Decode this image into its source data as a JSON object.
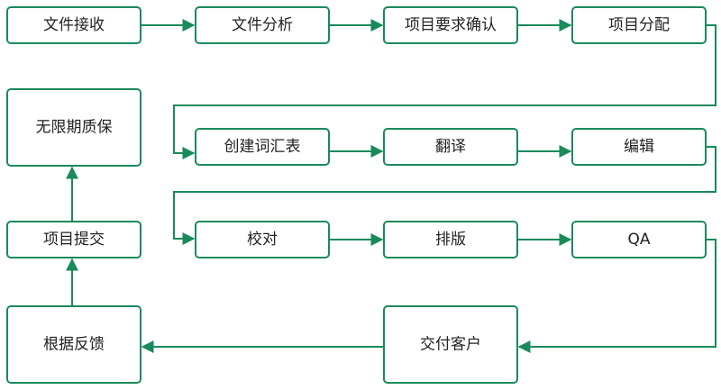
{
  "theme": {
    "stroke_color": "#1a8a5a",
    "text_color": "#222222",
    "background": "#ffffff"
  },
  "nodes": [
    {
      "id": "file-receive",
      "label": "文件接收"
    },
    {
      "id": "file-analysis",
      "label": "文件分析"
    },
    {
      "id": "requirement-confirm",
      "label": "项目要求确认"
    },
    {
      "id": "project-assign",
      "label": "项目分配"
    },
    {
      "id": "glossary-create",
      "label": "创建词汇表"
    },
    {
      "id": "translate",
      "label": "翻译"
    },
    {
      "id": "edit",
      "label": "编辑"
    },
    {
      "id": "proofread",
      "label": "校对"
    },
    {
      "id": "typeset",
      "label": "排版"
    },
    {
      "id": "qa",
      "label": "QA"
    },
    {
      "id": "deliver",
      "label": "交付客户"
    },
    {
      "id": "feedback",
      "label": "根据反馈"
    },
    {
      "id": "project-submit",
      "label": "项目提交"
    },
    {
      "id": "warranty",
      "label": "无限期质保"
    }
  ],
  "edges": [
    {
      "from": "file-receive",
      "to": "file-analysis"
    },
    {
      "from": "file-analysis",
      "to": "requirement-confirm"
    },
    {
      "from": "requirement-confirm",
      "to": "project-assign"
    },
    {
      "from": "project-assign",
      "to": "glossary-create"
    },
    {
      "from": "glossary-create",
      "to": "translate"
    },
    {
      "from": "translate",
      "to": "edit"
    },
    {
      "from": "edit",
      "to": "proofread"
    },
    {
      "from": "proofread",
      "to": "typeset"
    },
    {
      "from": "typeset",
      "to": "qa"
    },
    {
      "from": "qa",
      "to": "deliver"
    },
    {
      "from": "deliver",
      "to": "feedback"
    },
    {
      "from": "feedback",
      "to": "project-submit"
    },
    {
      "from": "project-submit",
      "to": "warranty"
    }
  ]
}
